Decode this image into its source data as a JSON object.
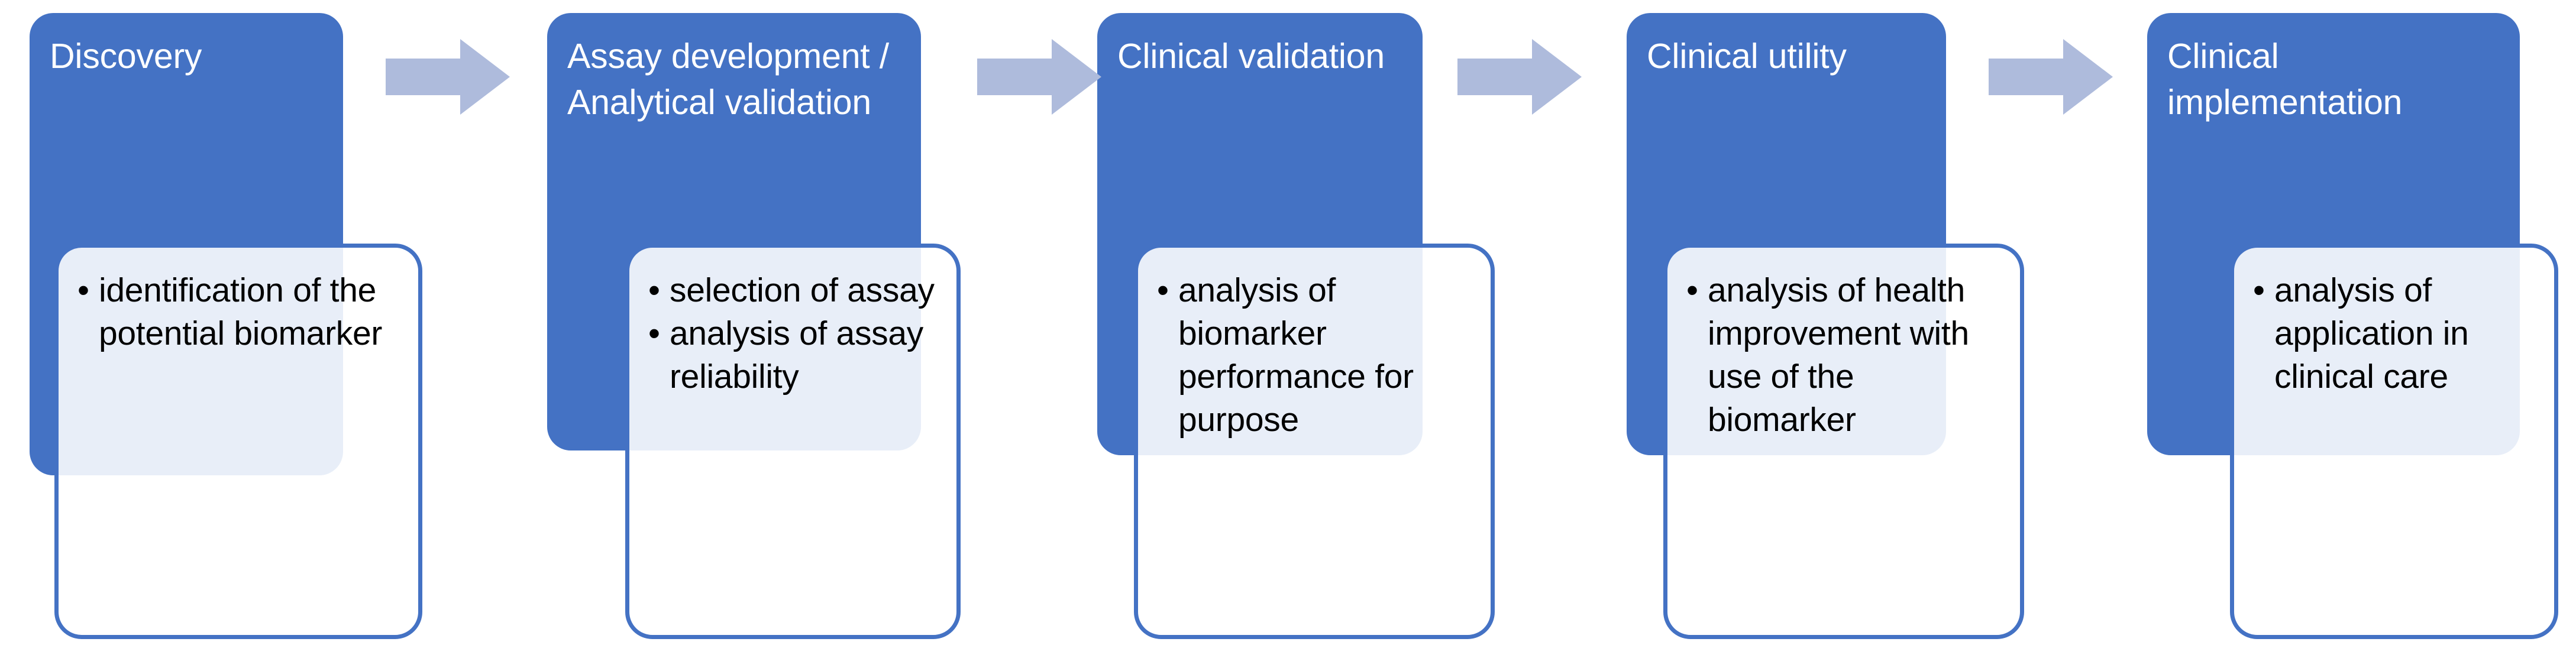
{
  "diagram": {
    "kind": "process-flow",
    "orientation": "left-to-right",
    "colors": {
      "brand_blue": "#4472C4",
      "arrow_blue": "#AEBBDC",
      "card_fill": "#FFFFFF",
      "overlap_tint": "#E8EDF7",
      "title_text": "#FFFFFF",
      "bullet_text": "#000000"
    },
    "bullet_glyph": "•",
    "arrow_icon_name": "right-arrow-icon",
    "stages": [
      {
        "id": "discovery",
        "title": "Discovery",
        "bullets": [
          "identification of the potential biomarker"
        ]
      },
      {
        "id": "assay-development-analytical-validation",
        "title": "Assay development /\nAnalytical validation",
        "bullets": [
          "selection of assay",
          "analysis of assay reliability"
        ]
      },
      {
        "id": "clinical-validation",
        "title": "Clinical validation",
        "bullets": [
          "analysis of biomarker performance for purpose"
        ]
      },
      {
        "id": "clinical-utility",
        "title": "Clinical utility",
        "bullets": [
          "analysis of health improvement with use of the biomarker"
        ]
      },
      {
        "id": "clinical-implementation",
        "title": "Clinical implementation",
        "bullets": [
          "analysis of application in clinical care"
        ]
      }
    ],
    "arrows": [
      {
        "from": "discovery",
        "to": "assay-development-analytical-validation"
      },
      {
        "from": "assay-development-analytical-validation",
        "to": "clinical-validation"
      },
      {
        "from": "clinical-validation",
        "to": "clinical-utility"
      },
      {
        "from": "clinical-utility",
        "to": "clinical-implementation"
      }
    ]
  }
}
